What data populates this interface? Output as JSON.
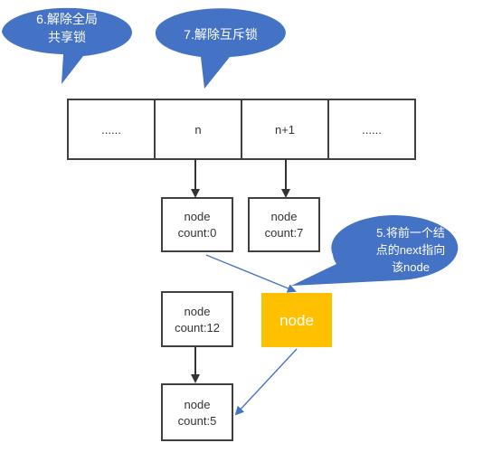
{
  "callouts": {
    "unlock_global": [
      "6.解除全局",
      "共享锁"
    ],
    "unlock_mutex": [
      "7.解除互斥锁"
    ],
    "set_next": [
      "5.将前一个结",
      "点的next指向",
      "该node"
    ]
  },
  "buckets": [
    "......",
    "n",
    "n+1",
    "......"
  ],
  "nodes": {
    "node_count0": [
      "node",
      "count:0"
    ],
    "node_count7": [
      "node",
      "count:7"
    ],
    "node_count12": [
      "node",
      "count:12"
    ],
    "node_count5": [
      "node",
      "count:5"
    ],
    "new_node": "node"
  },
  "colors": {
    "callout_fill": "#4472C4",
    "new_node_fill": "#FFC000",
    "box_border": "#404040",
    "blue_arrow": "#4472C4",
    "black_arrow": "#333333"
  }
}
